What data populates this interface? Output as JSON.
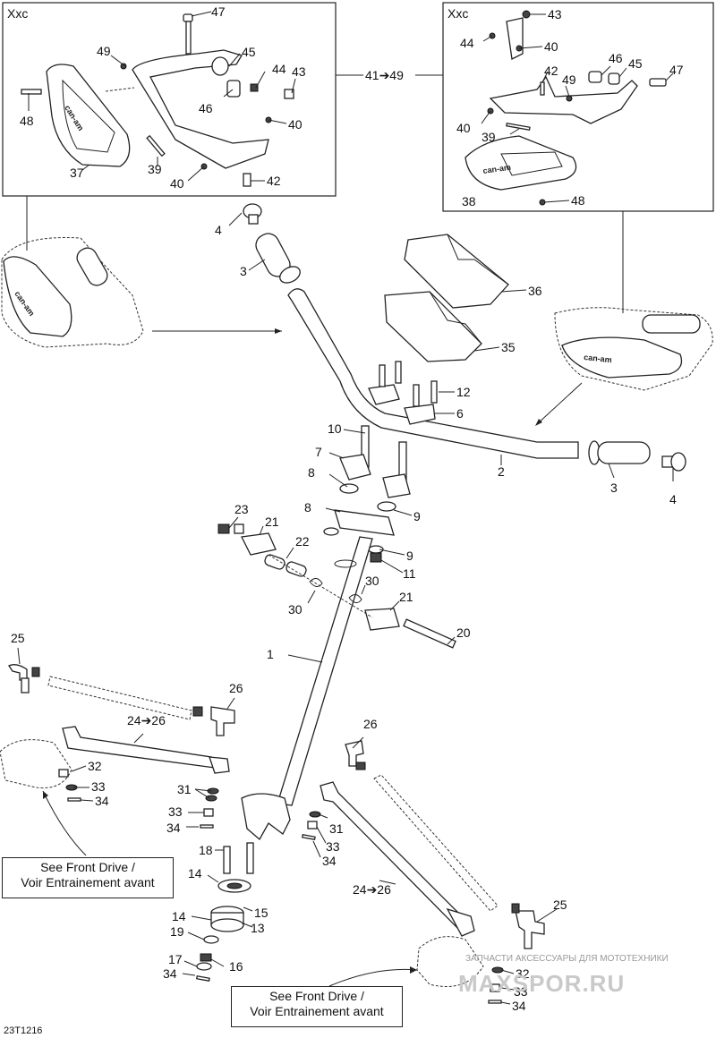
{
  "insets": {
    "left": {
      "title": "Xxc"
    },
    "right": {
      "title": "Xxc"
    },
    "link_label": "41➔49"
  },
  "callouts": {
    "c47a": "47",
    "c49a": "49",
    "c45a": "45",
    "c44a": "44",
    "c43a": "43",
    "c46a": "46",
    "c48a": "48",
    "c40a": "40",
    "c37": "37",
    "c39a": "39",
    "c40b": "40",
    "c42a": "42",
    "c43b": "43",
    "c44b": "44",
    "c40c": "40",
    "c46b": "46",
    "c45b": "45",
    "c47b": "47",
    "c42b": "42",
    "c49b": "49",
    "c40d": "40",
    "c39b": "39",
    "c38": "38",
    "c48b": "48",
    "c4a": "4",
    "c3a": "3",
    "c36": "36",
    "c35": "35",
    "c12": "12",
    "c6": "6",
    "c10": "10",
    "c7": "7",
    "c8a": "8",
    "c8b": "8",
    "c9a": "9",
    "c9b": "9",
    "c11": "11",
    "c2": "2",
    "c3b": "3",
    "c4b": "4",
    "c23": "23",
    "c21a": "21",
    "c22": "22",
    "c30a": "30",
    "c30b": "30",
    "c21b": "21",
    "c20": "20",
    "c1": "1",
    "c25a": "25",
    "c26a": "26",
    "c24a": "24➔26",
    "c32a": "32",
    "c33a": "33",
    "c34a": "34",
    "c31a": "31",
    "c33b": "33",
    "c34b": "34",
    "c26b": "26",
    "c31b": "31",
    "c33c": "33",
    "c34c": "34",
    "c18": "18",
    "c14a": "14",
    "c15": "15",
    "c14b": "14",
    "c13": "13",
    "c19": "19",
    "c17": "17",
    "c16": "16",
    "c34d": "34",
    "c24b": "24➔26",
    "c25b": "25",
    "c32b": "32",
    "c33d": "33",
    "c34e": "34"
  },
  "notes": {
    "front_drive_left": {
      "line1": "See Front Drive /",
      "line2": "Voir Entrainement avant"
    },
    "front_drive_right": {
      "line1": "See Front Drive /",
      "line2": "Voir Entrainement avant"
    }
  },
  "handguard_text": "can-am",
  "figure_code": "23T1216",
  "watermark": {
    "line1": "ЗАПЧАСТИ АКСЕССУАРЫ ДЛЯ МОТОТЕХНИКИ",
    "line2": "MAXSPOR.RU"
  }
}
